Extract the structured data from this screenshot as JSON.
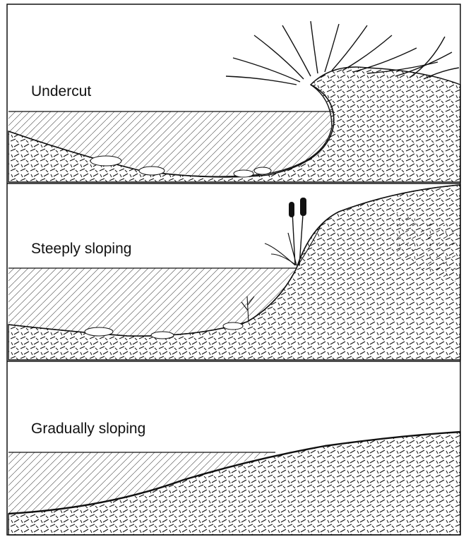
{
  "panels": [
    {
      "label": "Undercut"
    },
    {
      "label": "Steeply sloping"
    },
    {
      "label": "Gradually sloping"
    }
  ],
  "colors": {
    "ink": "#111111",
    "paper": "#ffffff"
  }
}
